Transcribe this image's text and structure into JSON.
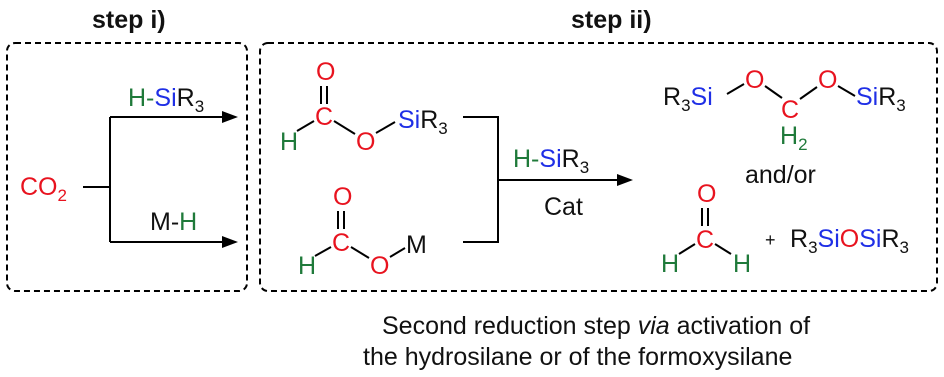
{
  "steps": {
    "step1_title": "step i)",
    "step2_title": "step ii)"
  },
  "reagents": {
    "hsi_h": "H-",
    "hsi_si": "Si",
    "hsi_r": "R",
    "hsi_sub": "3",
    "mh_m": "M-",
    "mh_h": "H",
    "cat": "Cat",
    "andor": "and/or",
    "plus": "+"
  },
  "atoms": {
    "co2_c": "CO",
    "co2_sub": "2",
    "O": "O",
    "C": "C",
    "H": "H",
    "Si": "Si",
    "R": "R",
    "three": "3",
    "two": "2",
    "M": "M",
    "H2": "H"
  },
  "caption": {
    "line1_a": "Second reduction step ",
    "line1_via": "via",
    "line1_b": " activation of",
    "line2": "the hydrosilane or of the formoxysilane"
  },
  "colors": {
    "oxygen": "#e8131f",
    "silicon": "#1f2fe6",
    "hydrogen": "#1f7a3a"
  }
}
